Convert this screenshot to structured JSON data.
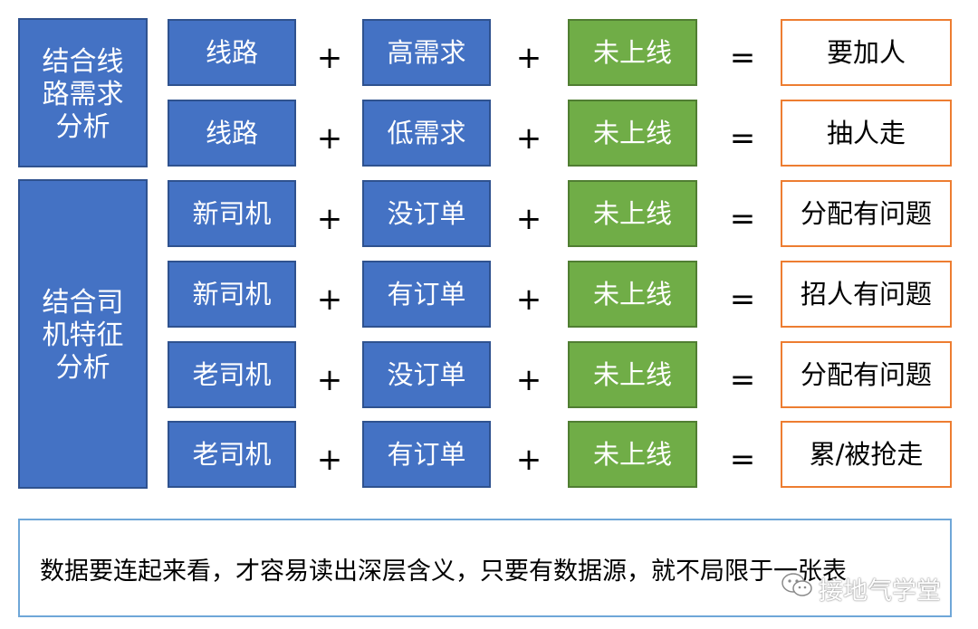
{
  "groups": [
    {
      "label": "结合线\n路需求\n分析"
    },
    {
      "label": "结合司\n机特征\n分析"
    }
  ],
  "rows": [
    {
      "a": "线路",
      "b": "高需求",
      "c": "未上线",
      "result": "要加人"
    },
    {
      "a": "线路",
      "b": "低需求",
      "c": "未上线",
      "result": "抽人走"
    },
    {
      "a": "新司机",
      "b": "没订单",
      "c": "未上线",
      "result": "分配有问题"
    },
    {
      "a": "新司机",
      "b": "有订单",
      "c": "未上线",
      "result": "招人有问题"
    },
    {
      "a": "老司机",
      "b": "没订单",
      "c": "未上线",
      "result": "分配有问题"
    },
    {
      "a": "老司机",
      "b": "有订单",
      "c": "未上线",
      "result": "累/被抢走"
    }
  ],
  "operators": {
    "plus": "+",
    "equals": "="
  },
  "note": "数据要连起来看，才容易读出深层含义，只要有数据源，就不局限于一张表",
  "watermark": {
    "text": "接地气学堂",
    "icon": "wechat-icon"
  },
  "colors": {
    "blue": "#4472c4",
    "green": "#70ad47",
    "orange": "#ed7d31",
    "note_border": "#6fa7d8"
  }
}
